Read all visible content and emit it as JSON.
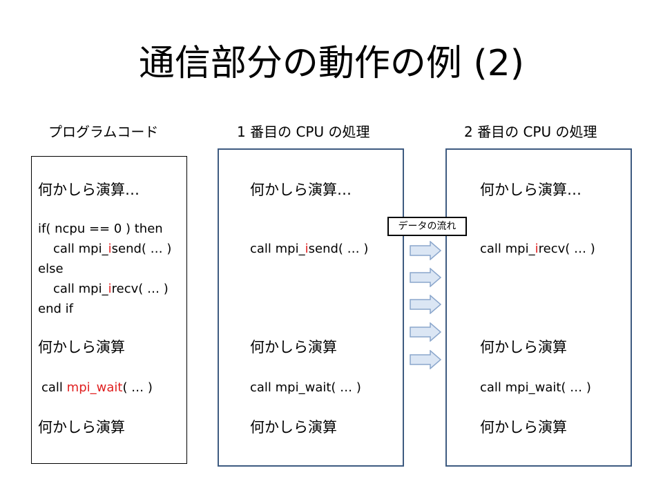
{
  "title": "通信部分の動作の例 (2)",
  "headers": {
    "code": "プログラムコード",
    "cpu1": "1 番目の CPU の処理",
    "cpu2": "2 番目の CPU の処理"
  },
  "code": {
    "calc1": "何かしら演算…",
    "if_line": "if( ncpu == 0 ) then",
    "isend_pre": "call mpi_",
    "isend_i": "i",
    "isend_post": "send( … )",
    "else_line": "else",
    "irecv_pre": "call mpi_",
    "irecv_i": "i",
    "irecv_post": "recv( … )",
    "endif_line": "end if",
    "calc2": "何かしら演算",
    "wait_pre": "call ",
    "wait_red": "mpi_wait",
    "wait_post": "( … )",
    "calc3": "何かしら演算"
  },
  "cpu1": {
    "calc1": "何かしら演算…",
    "send_pre": "call mpi_",
    "send_i": "i",
    "send_post": "send( … )",
    "calc2": "何かしら演算",
    "wait": "call mpi_wait( … )",
    "calc3": "何かしら演算"
  },
  "cpu2": {
    "calc1": "何かしら演算…",
    "recv_pre": "call mpi_",
    "recv_i": "i",
    "recv_post": "recv( … )",
    "calc2": "何かしら演算",
    "wait": "call mpi_wait( … )",
    "calc3": "何かしら演算"
  },
  "flow": {
    "label": "データの流れ"
  },
  "colors": {
    "highlight": "#e02020",
    "box_border": "#3d5a80",
    "arrow_fill": "#dbe6f4",
    "arrow_stroke": "#8aa6cc"
  },
  "icons": {
    "arrow": "right-arrow-icon"
  }
}
